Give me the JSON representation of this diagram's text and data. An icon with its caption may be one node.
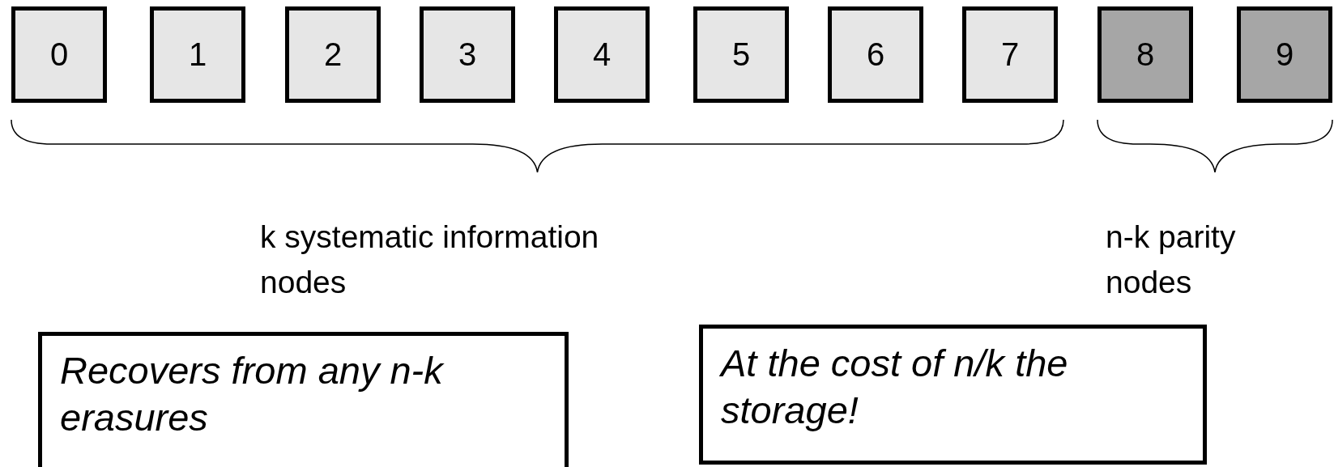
{
  "diagram": {
    "nodes": [
      {
        "text": [
          "0"
        ]
      },
      {
        "text": [
          "1"
        ]
      },
      {
        "text": [
          "2"
        ]
      },
      {
        "text": [
          "3"
        ]
      },
      {
        "text": [
          "4"
        ]
      },
      {
        "text": [
          "5"
        ]
      },
      {
        "text": [
          "6"
        ]
      },
      {
        "text": [
          "7"
        ]
      },
      {
        "text": [
          "8"
        ]
      },
      {
        "text": [
          "9"
        ]
      },
      {
        "text": [
          "Recovers from any n-k erasures"
        ]
      },
      {
        "text": [
          "At the cost of n/k the storage!"
        ]
      }
    ],
    "labels": [
      "k systematic information nodes",
      "n-k parity nodes"
    ]
  }
}
